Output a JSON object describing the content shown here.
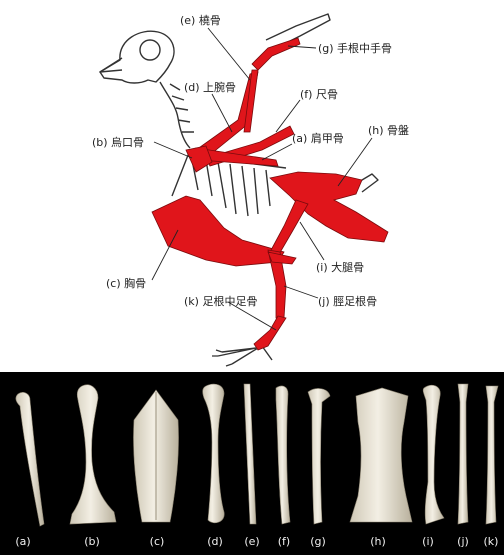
{
  "diagram": {
    "bone_color": "#e0151b",
    "labels": {
      "e": "(e) 橈骨",
      "g": "(g) 手根中手骨",
      "d": "(d) 上腕骨",
      "f": "(f) 尺骨",
      "a": "(a) 肩甲骨",
      "h": "(h) 骨盤",
      "b": "(b) 烏口骨",
      "c": "(c) 胸骨",
      "i": "(i) 大腿骨",
      "k": "(k) 足根中足骨",
      "j": "(j) 脛足根骨"
    }
  },
  "photo": {
    "background": "#000000",
    "captions": [
      "(a)",
      "(b)",
      "(c)",
      "(d)",
      "(e)",
      "(f)",
      "(g)",
      "(h)",
      "(i)",
      "(j)",
      "(k)"
    ]
  }
}
